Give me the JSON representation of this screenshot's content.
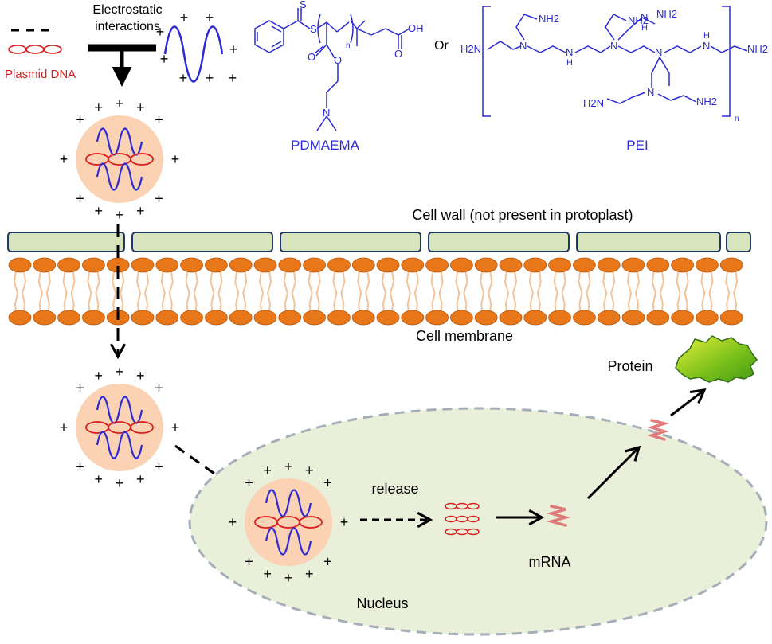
{
  "legend": {
    "interaction_label_1": "Electrostatic",
    "interaction_label_2": "interactions",
    "plasmid_label": "Plasmid DNA"
  },
  "polymers": {
    "pdmaema_label": "PDMAEMA",
    "or_label": "Or",
    "pei_label": "PEI",
    "atoms": {
      "S": "S",
      "O": "O",
      "OH": "OH",
      "N": "N",
      "NH2": "NH2",
      "H2N": "H2N",
      "H": "H",
      "n": "n"
    }
  },
  "cell": {
    "wall_label": "Cell wall (not present in protoplast)",
    "membrane_label": "Cell membrane",
    "nucleus_label": "Nucleus"
  },
  "process": {
    "release_label": "release",
    "mrna_label": "mRNA",
    "protein_label": "Protein"
  },
  "charge_symbol": "+",
  "colors": {
    "polymer_blue": "#2b2bd6",
    "plasmid_red": "#d81f1f",
    "complex_fill": "#fbd2b4",
    "membrane_orange": "#e8771a",
    "wall_fill": "#d8e4bc",
    "wall_stroke": "#1f3864",
    "nucleus_fill": "#e9efd9",
    "mrna_pink": "#e07a7a",
    "protein_green": "#7fc21c"
  }
}
